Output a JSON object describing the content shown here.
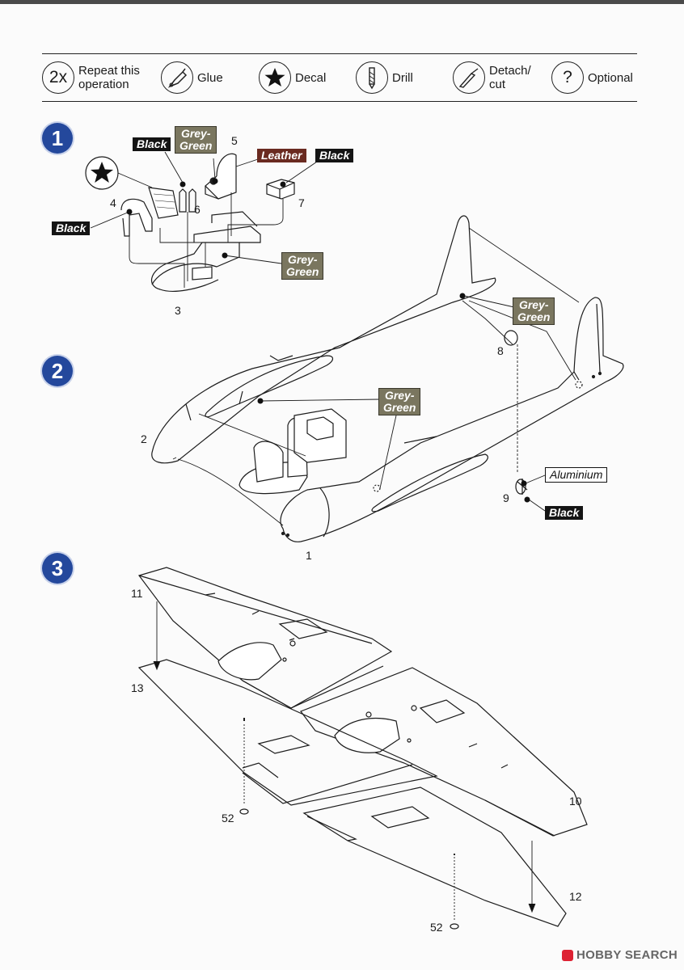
{
  "legend": {
    "repeat": {
      "badge": "2x",
      "label": "Repeat this\noperation"
    },
    "glue": {
      "label": "Glue"
    },
    "decal": {
      "label": "Decal"
    },
    "drill": {
      "label": "Drill"
    },
    "detach": {
      "label": "Detach/\ncut"
    },
    "optional": {
      "badge": "?",
      "label": "Optional"
    }
  },
  "steps": [
    "1",
    "2",
    "3"
  ],
  "colors": {
    "black": "Black",
    "grey_green": "Grey-\nGreen",
    "leather": "Leather",
    "aluminium": "Aluminium"
  },
  "parts": {
    "p1": "1",
    "p2": "2",
    "p3": "3",
    "p4": "4",
    "p5": "5",
    "p6": "6",
    "p7": "7",
    "p8": "8",
    "p9": "9",
    "p10": "10",
    "p11": "11",
    "p12": "12",
    "p13": "13",
    "p52a": "52",
    "p52b": "52"
  },
  "watermark": "HOBBY SEARCH",
  "accent_colors": {
    "step_circle": "#24489c",
    "grey_green": "#7a765f",
    "leather": "#6a2a20"
  }
}
